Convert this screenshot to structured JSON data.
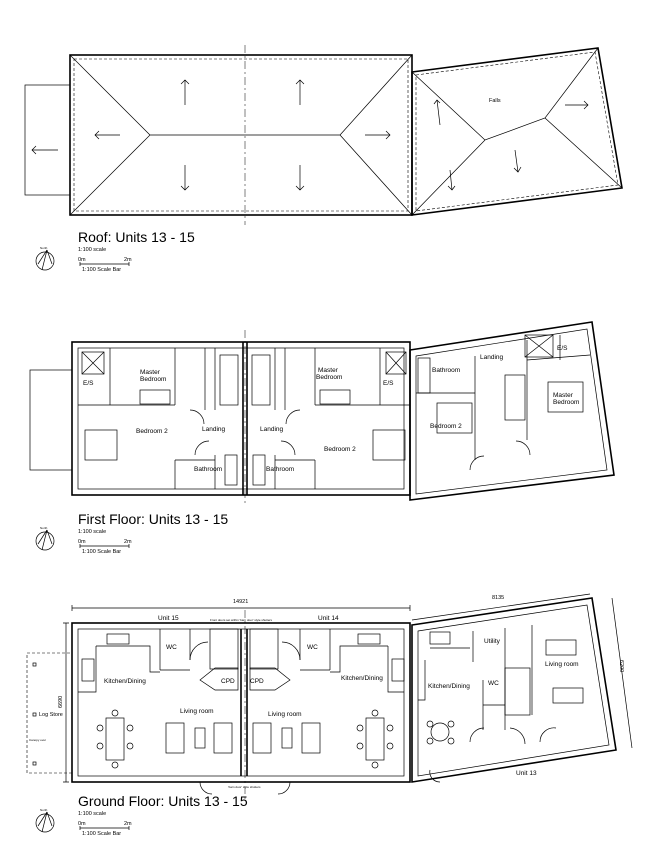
{
  "roof": {
    "title": "Roof: Units 13 - 15",
    "scale": "1:100 scale",
    "scale_bar_start": "0m",
    "scale_bar_end": "2m",
    "scale_bar_label": "1:100 Scale Bar",
    "north": "North",
    "falls_label": "Falls"
  },
  "first_floor": {
    "title": "First Floor: Units 13 - 15",
    "scale": "1:100 scale",
    "scale_bar_start": "0m",
    "scale_bar_end": "2m",
    "scale_bar_label": "1:100 Scale Bar",
    "north": "North",
    "rooms": {
      "es": "E/S",
      "master_bedroom_l1": "Master",
      "master_bedroom_l2": "Bedroom",
      "bedroom2": "Bedroom 2",
      "landing": "Landing",
      "bathroom": "Bathroom"
    }
  },
  "ground_floor": {
    "title": "Ground Floor: Units 13 - 15",
    "scale": "1:100 scale",
    "scale_bar_start": "0m",
    "scale_bar_end": "2m",
    "scale_bar_label": "1:100 Scale Bar",
    "north": "North",
    "dimensions": {
      "width_left": "14921",
      "width_right": "8135",
      "depth_left": "6690",
      "depth_right": "6200"
    },
    "units": {
      "u15": "Unit 15",
      "u14": "Unit 14",
      "u13": "Unit 13"
    },
    "rooms": {
      "wc": "WC",
      "kitchen_dining": "Kitchen/Dining",
      "cpd": "CPD",
      "living_room": "Living room",
      "utility": "Utility",
      "living_room_13": "Living room"
    },
    "log_store": "Log Store",
    "canopy_note": "Canopy over",
    "front_note": "Front doors set within 'barn door' style shutters",
    "rear_note": "'barn door' style shutters"
  }
}
